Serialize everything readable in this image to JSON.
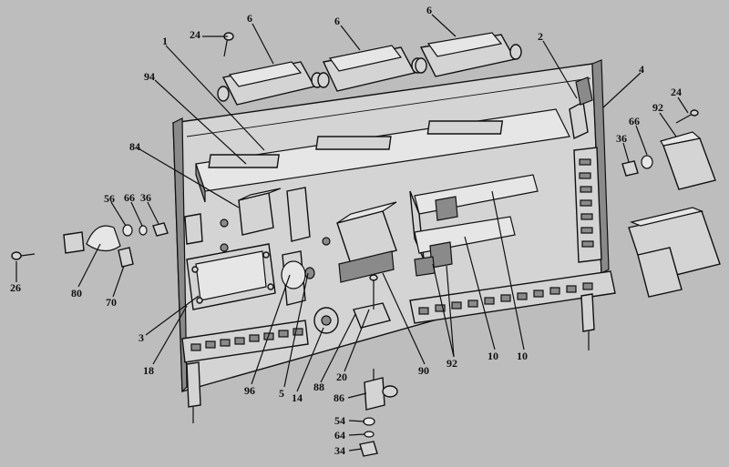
{
  "diagram": {
    "callouts": [
      "24",
      "6",
      "6",
      "6",
      "1",
      "2",
      "4",
      "94",
      "24",
      "92",
      "66",
      "36",
      "84",
      "56",
      "66",
      "36",
      "26",
      "80",
      "70",
      "3",
      "18",
      "96",
      "5",
      "14",
      "88",
      "20",
      "90",
      "92",
      "10",
      "10",
      "86",
      "54",
      "64",
      "34"
    ]
  }
}
